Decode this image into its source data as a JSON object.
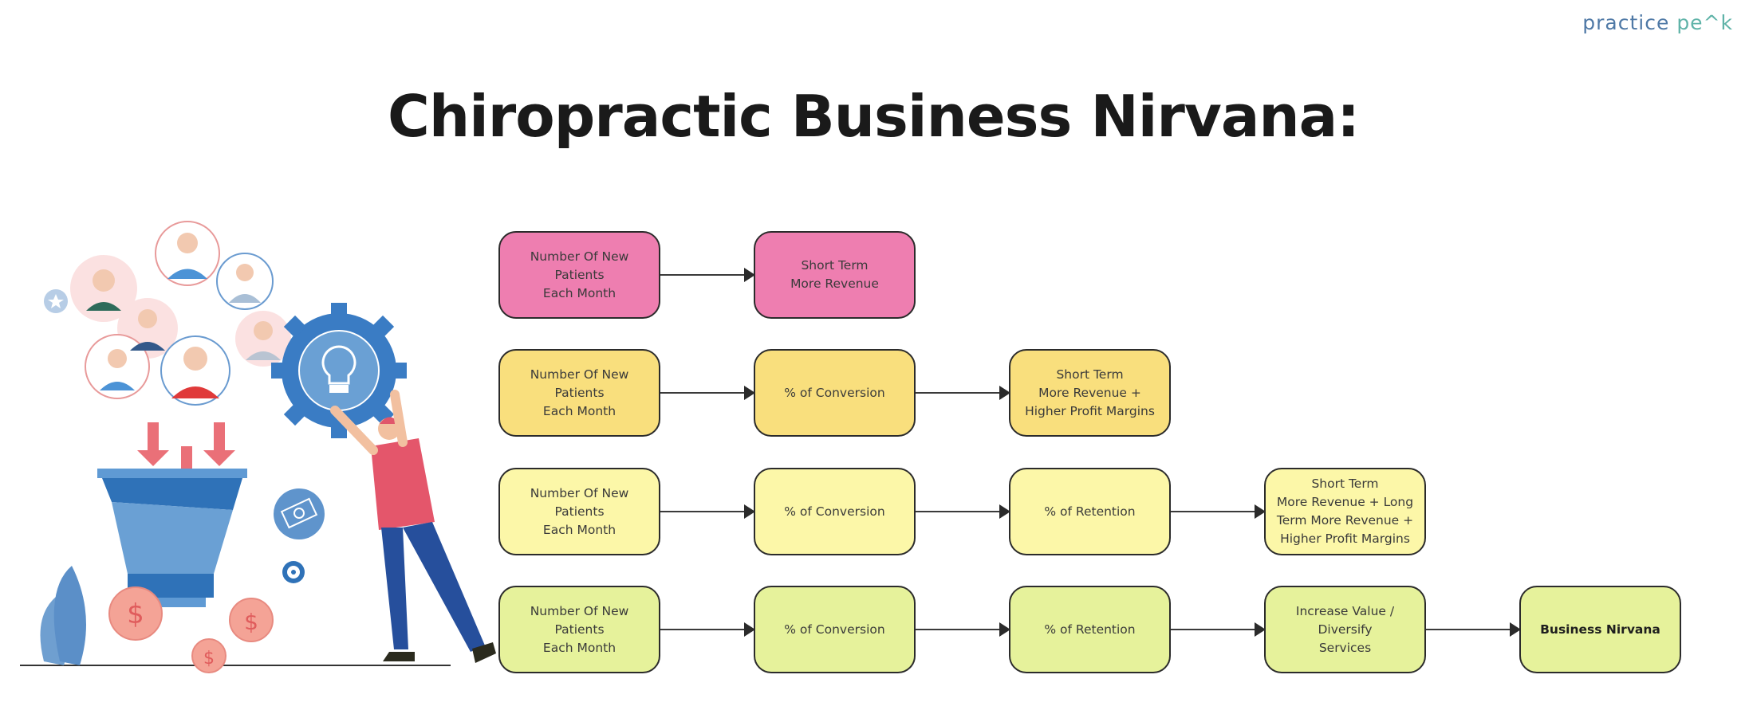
{
  "logo": {
    "part1": "practice",
    "part2": "pe^k"
  },
  "title": "Chiropractic Business Nirvana:",
  "colors": {
    "row1": "#ee7eb0",
    "row2": "#f9df7d",
    "row3": "#fcf7a8",
    "row4": "#e6f29b",
    "border": "#2b2b2b",
    "funnel": "#3b7cc4",
    "coin": "#f4a396",
    "shirt": "#e4566b",
    "pants": "#264f9c"
  },
  "rows": [
    {
      "boxes": [
        {
          "text": "Number Of New Patients\nEach Month"
        },
        {
          "text": "Short Term\nMore Revenue"
        }
      ]
    },
    {
      "boxes": [
        {
          "text": "Number Of New Patients\nEach Month"
        },
        {
          "text": "% of Conversion"
        },
        {
          "text": "Short Term\nMore Revenue +\nHigher Profit Margins"
        }
      ]
    },
    {
      "boxes": [
        {
          "text": "Number Of New Patients\nEach Month"
        },
        {
          "text": "% of Conversion"
        },
        {
          "text": "% of Retention"
        },
        {
          "text": "Short Term\nMore Revenue + Long\nTerm More Revenue +\nHigher Profit Margins"
        }
      ]
    },
    {
      "boxes": [
        {
          "text": "Number Of New Patients\nEach Month"
        },
        {
          "text": "% of Conversion"
        },
        {
          "text": "% of Retention"
        },
        {
          "text": "Increase Value / Diversify\nServices"
        },
        {
          "text": "Business Nirvana",
          "bold": true
        }
      ]
    }
  ],
  "illustration": {
    "icons": [
      "people-circles-icon",
      "funnel-icon",
      "gear-lightbulb-icon",
      "dollar-coin-icon",
      "banknote-icon",
      "small-gear-icon",
      "star-icon",
      "leaf-icon",
      "person-pushing-gear-icon"
    ]
  }
}
